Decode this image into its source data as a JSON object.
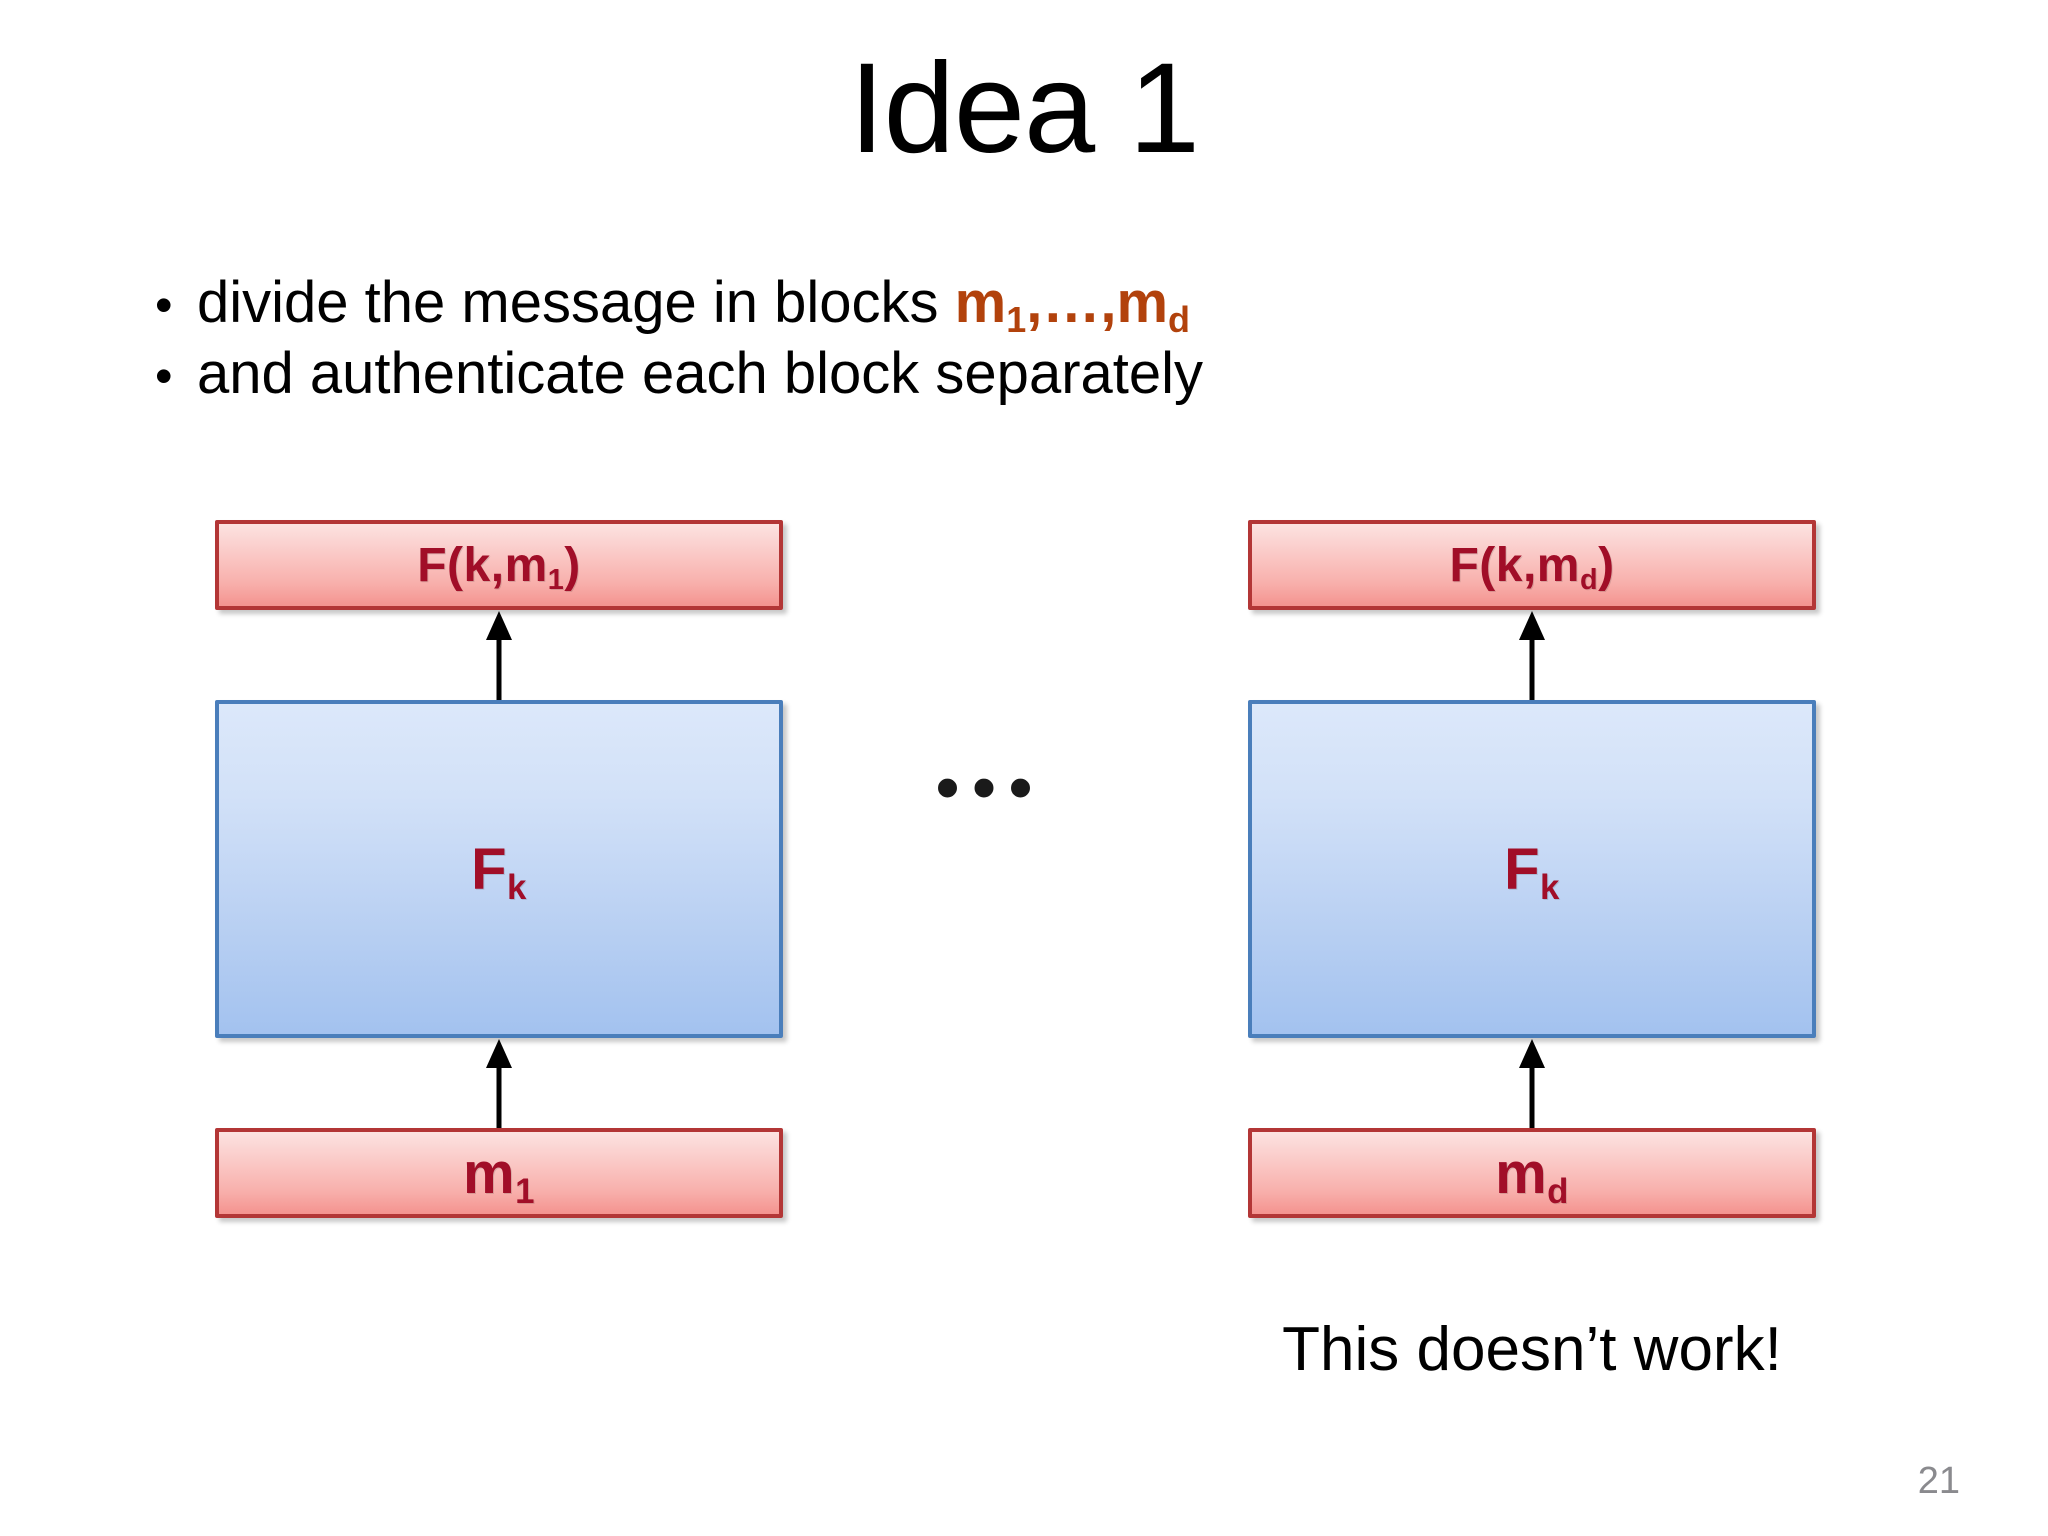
{
  "slide": {
    "title": "Idea 1",
    "page_number": "21",
    "background": "#FFFFFF"
  },
  "bullets": [
    {
      "marker": "•",
      "text_plain": "divide the message in blocks ",
      "accent_parts": [
        "m",
        "1",
        ",…,",
        "m",
        "d"
      ],
      "accent_text": "m1,…,md",
      "accent_color": "#B2420C"
    },
    {
      "marker": "•",
      "text_plain": "and authenticate each block separately",
      "accent_text": "",
      "accent_color": "#B2420C"
    }
  ],
  "diagram": {
    "ellipsis": "•••",
    "caption": "This doesn’t work!",
    "columns": [
      {
        "id": "left",
        "output_box": {
          "label_main": "F(k,m",
          "label_sub": "1",
          "label_tail": ")",
          "fill": "#F8B0AC",
          "border": "#B33636",
          "text_color": "#A10E28"
        },
        "function_box": {
          "label_main": "F",
          "label_sub": "k",
          "label_tail": "",
          "fill": "#BCD2F3",
          "border": "#4A7EBB",
          "text_color": "#A10E28"
        },
        "input_box": {
          "label_main": "m",
          "label_sub": "1",
          "label_tail": "",
          "fill": "#F8B0AC",
          "border": "#B33636",
          "text_color": "#A10E28"
        },
        "arrow_upper": "arrow-up",
        "arrow_lower": "arrow-up"
      },
      {
        "id": "right",
        "output_box": {
          "label_main": "F(k,m",
          "label_sub": "d",
          "label_tail": ")",
          "fill": "#F8B0AC",
          "border": "#B33636",
          "text_color": "#A10E28"
        },
        "function_box": {
          "label_main": "F",
          "label_sub": "k",
          "label_tail": "",
          "fill": "#BCD2F3",
          "border": "#4A7EBB",
          "text_color": "#A10E28"
        },
        "input_box": {
          "label_main": "m",
          "label_sub": "d",
          "label_tail": "",
          "fill": "#F8B0AC",
          "border": "#B33636",
          "text_color": "#A10E28"
        },
        "arrow_upper": "arrow-up",
        "arrow_lower": "arrow-up"
      }
    ]
  }
}
